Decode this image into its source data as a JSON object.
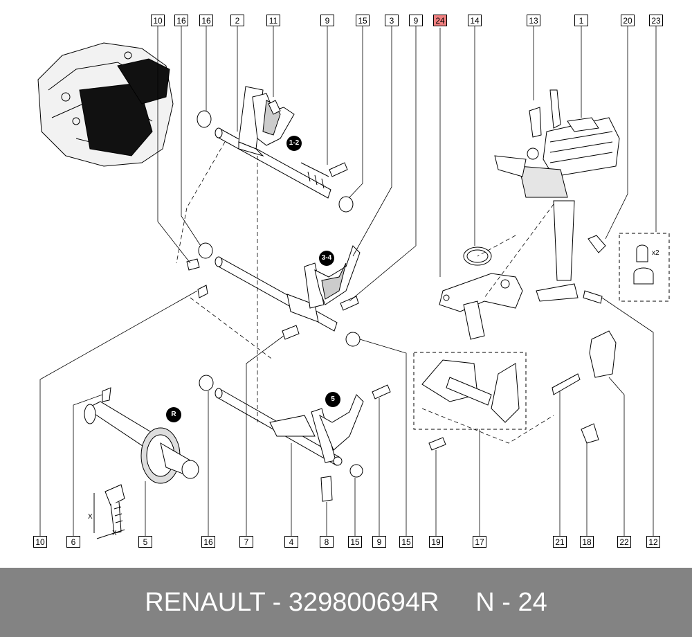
{
  "callouts_top": [
    "10",
    "16",
    "16",
    "2",
    "11",
    "9",
    "15",
    "3",
    "9",
    "24",
    "14",
    "13",
    "1",
    "20",
    "23"
  ],
  "callouts_bottom": [
    "10",
    "6",
    "5",
    "16",
    "7",
    "4",
    "8",
    "15",
    "9",
    "15",
    "19",
    "17",
    "21",
    "18",
    "22",
    "12"
  ],
  "fork_badges": [
    "1-2",
    "3-4",
    "5",
    "R"
  ],
  "quantity_note": "x2",
  "dimension_labels": [
    "X",
    "X"
  ],
  "footer": {
    "brand": "RENAULT",
    "part_number": "329800694R",
    "ref": "N - 24"
  },
  "colors": {
    "footer_bg": "#838383",
    "highlight": "#f08080"
  }
}
